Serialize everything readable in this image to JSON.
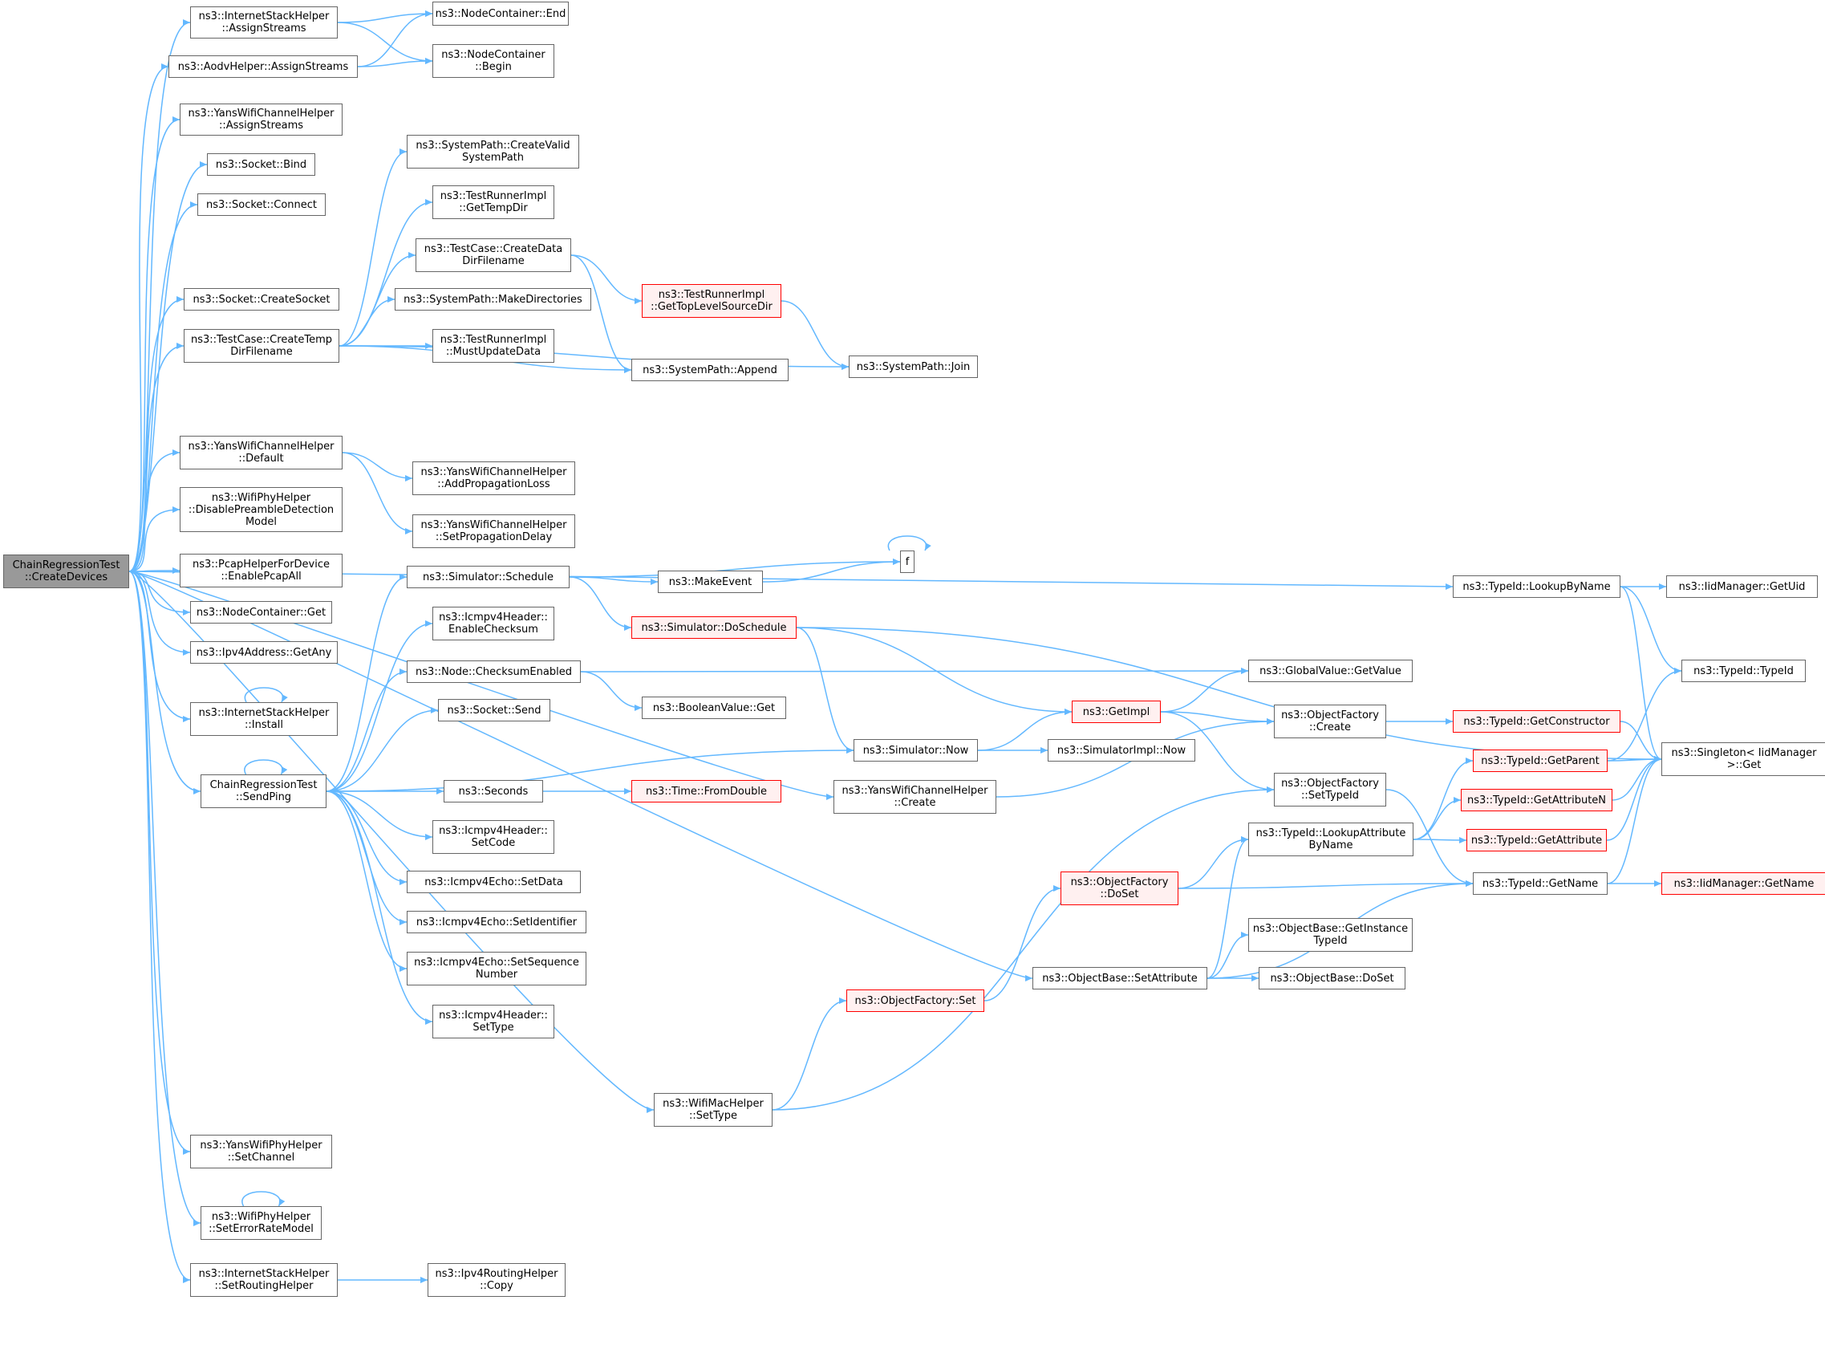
{
  "nodes": [
    {
      "id": "root",
      "lines": [
        "ChainRegressionTest",
        "::CreateDevices"
      ],
      "kind": "root"
    },
    {
      "id": "ish_assign",
      "lines": [
        "ns3::InternetStackHelper",
        "::AssignStreams"
      ]
    },
    {
      "id": "aodv_assign",
      "lines": [
        "ns3::AodvHelper::AssignStreams"
      ]
    },
    {
      "id": "nc_end",
      "lines": [
        "ns3::NodeContainer::End"
      ]
    },
    {
      "id": "nc_begin",
      "lines": [
        "ns3::NodeContainer",
        "::Begin"
      ]
    },
    {
      "id": "ywch_assign",
      "lines": [
        "ns3::YansWifiChannelHelper",
        "::AssignStreams"
      ]
    },
    {
      "id": "sock_bind",
      "lines": [
        "ns3::Socket::Bind"
      ]
    },
    {
      "id": "sock_connect",
      "lines": [
        "ns3::Socket::Connect"
      ]
    },
    {
      "id": "sock_create",
      "lines": [
        "ns3::Socket::CreateSocket"
      ]
    },
    {
      "id": "tc_temp",
      "lines": [
        "ns3::TestCase::CreateTemp",
        "DirFilename"
      ]
    },
    {
      "id": "sp_createvalid",
      "lines": [
        "ns3::SystemPath::CreateValid",
        "SystemPath"
      ]
    },
    {
      "id": "tri_gettemp",
      "lines": [
        "ns3::TestRunnerImpl",
        "::GetTempDir"
      ]
    },
    {
      "id": "tc_data",
      "lines": [
        "ns3::TestCase::CreateData",
        "DirFilename"
      ]
    },
    {
      "id": "sp_makedirs",
      "lines": [
        "ns3::SystemPath::MakeDirectories"
      ]
    },
    {
      "id": "tri_mustupdate",
      "lines": [
        "ns3::TestRunnerImpl",
        "::MustUpdateData"
      ]
    },
    {
      "id": "tri_gettop",
      "lines": [
        "ns3::TestRunnerImpl",
        "::GetTopLevelSourceDir"
      ],
      "kind": "trunc"
    },
    {
      "id": "sp_append",
      "lines": [
        "ns3::SystemPath::Append"
      ]
    },
    {
      "id": "sp_join",
      "lines": [
        "ns3::SystemPath::Join"
      ]
    },
    {
      "id": "ywch_default",
      "lines": [
        "ns3::YansWifiChannelHelper",
        "::Default"
      ]
    },
    {
      "id": "ywch_addprop",
      "lines": [
        "ns3::YansWifiChannelHelper",
        "::AddPropagationLoss"
      ]
    },
    {
      "id": "ywch_setprop",
      "lines": [
        "ns3::YansWifiChannelHelper",
        "::SetPropagationDelay"
      ]
    },
    {
      "id": "wph_disable",
      "lines": [
        "ns3::WifiPhyHelper",
        "::DisablePreambleDetection",
        "Model"
      ]
    },
    {
      "id": "pcap_enable",
      "lines": [
        "ns3::PcapHelperForDevice",
        "::EnablePcapAll"
      ]
    },
    {
      "id": "nc_get",
      "lines": [
        "ns3::NodeContainer::Get"
      ]
    },
    {
      "id": "ipv4_getany",
      "lines": [
        "ns3::Ipv4Address::GetAny"
      ]
    },
    {
      "id": "ish_install",
      "lines": [
        "ns3::InternetStackHelper",
        "::Install"
      ]
    },
    {
      "id": "crt_sendping",
      "lines": [
        "ChainRegressionTest",
        "::SendPing"
      ]
    },
    {
      "id": "sim_schedule",
      "lines": [
        "ns3::Simulator::Schedule"
      ]
    },
    {
      "id": "icmp_enable",
      "lines": [
        "ns3::Icmpv4Header::",
        "EnableChecksum"
      ]
    },
    {
      "id": "node_checksum",
      "lines": [
        "ns3::Node::ChecksumEnabled"
      ]
    },
    {
      "id": "sock_send",
      "lines": [
        "ns3::Socket::Send"
      ]
    },
    {
      "id": "seconds",
      "lines": [
        "ns3::Seconds"
      ]
    },
    {
      "id": "icmp_setcode",
      "lines": [
        "ns3::Icmpv4Header::",
        "SetCode"
      ]
    },
    {
      "id": "echo_setdata",
      "lines": [
        "ns3::Icmpv4Echo::SetData"
      ]
    },
    {
      "id": "echo_setid",
      "lines": [
        "ns3::Icmpv4Echo::SetIdentifier"
      ]
    },
    {
      "id": "echo_setseq",
      "lines": [
        "ns3::Icmpv4Echo::SetSequence",
        "Number"
      ]
    },
    {
      "id": "icmp_settype",
      "lines": [
        "ns3::Icmpv4Header::",
        "SetType"
      ]
    },
    {
      "id": "f",
      "lines": [
        "f"
      ]
    },
    {
      "id": "makeevent",
      "lines": [
        "ns3::MakeEvent"
      ]
    },
    {
      "id": "sim_doschedule",
      "lines": [
        "ns3::Simulator::DoSchedule"
      ],
      "kind": "trunc"
    },
    {
      "id": "bool_get",
      "lines": [
        "ns3::BooleanValue::Get"
      ]
    },
    {
      "id": "time_fromdouble",
      "lines": [
        "ns3::Time::FromDouble"
      ],
      "kind": "trunc"
    },
    {
      "id": "sim_now",
      "lines": [
        "ns3::Simulator::Now"
      ]
    },
    {
      "id": "ywch_create",
      "lines": [
        "ns3::YansWifiChannelHelper",
        "::Create"
      ]
    },
    {
      "id": "getimpl",
      "lines": [
        "ns3::GetImpl"
      ],
      "kind": "trunc"
    },
    {
      "id": "gv_getvalue",
      "lines": [
        "ns3::GlobalValue::GetValue"
      ]
    },
    {
      "id": "of_create",
      "lines": [
        "ns3::ObjectFactory",
        "::Create"
      ]
    },
    {
      "id": "simimpl_now",
      "lines": [
        "ns3::SimulatorImpl::Now"
      ]
    },
    {
      "id": "of_settypeid",
      "lines": [
        "ns3::ObjectFactory",
        "::SetTypeId"
      ]
    },
    {
      "id": "tid_lookupname",
      "lines": [
        "ns3::TypeId::LookupByName"
      ]
    },
    {
      "id": "iid_getuid",
      "lines": [
        "ns3::IidManager::GetUid"
      ]
    },
    {
      "id": "tid_typeid",
      "lines": [
        "ns3::TypeId::TypeId"
      ]
    },
    {
      "id": "tid_getctor",
      "lines": [
        "ns3::TypeId::GetConstructor"
      ],
      "kind": "trunc"
    },
    {
      "id": "singleton_get",
      "lines": [
        "ns3::Singleton< IidManager",
        ">::Get"
      ]
    },
    {
      "id": "tid_getparent",
      "lines": [
        "ns3::TypeId::GetParent"
      ],
      "kind": "trunc"
    },
    {
      "id": "tid_getattrn",
      "lines": [
        "ns3::TypeId::GetAttributeN"
      ],
      "kind": "trunc"
    },
    {
      "id": "tid_lookupattr",
      "lines": [
        "ns3::TypeId::LookupAttribute",
        "ByName"
      ]
    },
    {
      "id": "tid_getattr",
      "lines": [
        "ns3::TypeId::GetAttribute"
      ],
      "kind": "trunc"
    },
    {
      "id": "of_doset",
      "lines": [
        "ns3::ObjectFactory",
        "::DoSet"
      ],
      "kind": "trunc"
    },
    {
      "id": "tid_getname",
      "lines": [
        "ns3::TypeId::GetName"
      ]
    },
    {
      "id": "iid_getname",
      "lines": [
        "ns3::IidManager::GetName"
      ],
      "kind": "trunc"
    },
    {
      "id": "ob_getinst",
      "lines": [
        "ns3::ObjectBase::GetInstance",
        "TypeId"
      ]
    },
    {
      "id": "ob_setattr",
      "lines": [
        "ns3::ObjectBase::SetAttribute"
      ]
    },
    {
      "id": "ob_doset",
      "lines": [
        "ns3::ObjectBase::DoSet"
      ]
    },
    {
      "id": "of_set",
      "lines": [
        "ns3::ObjectFactory::Set"
      ],
      "kind": "trunc"
    },
    {
      "id": "wmh_settype",
      "lines": [
        "ns3::WifiMacHelper",
        "::SetType"
      ]
    },
    {
      "id": "ywph_setchannel",
      "lines": [
        "ns3::YansWifiPhyHelper",
        "::SetChannel"
      ]
    },
    {
      "id": "wph_seterr",
      "lines": [
        "ns3::WifiPhyHelper",
        "::SetErrorRateModel"
      ]
    },
    {
      "id": "ish_setrouting",
      "lines": [
        "ns3::InternetStackHelper",
        "::SetRoutingHelper"
      ]
    },
    {
      "id": "ipv4rh_copy",
      "lines": [
        "ns3::Ipv4RoutingHelper",
        "::Copy"
      ]
    }
  ],
  "edges": [
    [
      "root",
      "ish_assign"
    ],
    [
      "root",
      "aodv_assign"
    ],
    [
      "root",
      "ywch_assign"
    ],
    [
      "root",
      "sock_bind"
    ],
    [
      "root",
      "sock_connect"
    ],
    [
      "root",
      "tid_lookupname"
    ],
    [
      "root",
      "sock_create"
    ],
    [
      "root",
      "tc_temp"
    ],
    [
      "root",
      "ywch_default"
    ],
    [
      "root",
      "wph_disable"
    ],
    [
      "root",
      "pcap_enable"
    ],
    [
      "root",
      "nc_get"
    ],
    [
      "root",
      "ipv4_getany"
    ],
    [
      "root",
      "ish_install"
    ],
    [
      "root",
      "crt_sendping"
    ],
    [
      "root",
      "ywch_create"
    ],
    [
      "root",
      "wmh_settype"
    ],
    [
      "root",
      "ywph_setchannel"
    ],
    [
      "root",
      "wph_seterr"
    ],
    [
      "root",
      "ish_setrouting"
    ],
    [
      "root",
      "ob_setattr"
    ],
    [
      "ish_assign",
      "nc_end"
    ],
    [
      "ish_assign",
      "nc_begin"
    ],
    [
      "aodv_assign",
      "nc_end"
    ],
    [
      "aodv_assign",
      "nc_begin"
    ],
    [
      "tc_temp",
      "sp_createvalid"
    ],
    [
      "tc_temp",
      "tri_gettemp"
    ],
    [
      "tc_temp",
      "tc_data"
    ],
    [
      "tc_temp",
      "sp_makedirs"
    ],
    [
      "tc_temp",
      "tri_mustupdate"
    ],
    [
      "tc_temp",
      "sp_append"
    ],
    [
      "tc_temp",
      "sp_join"
    ],
    [
      "tc_data",
      "tri_gettop"
    ],
    [
      "tc_data",
      "sp_append"
    ],
    [
      "tri_gettop",
      "sp_join"
    ],
    [
      "ywch_default",
      "ywch_addprop"
    ],
    [
      "ywch_default",
      "ywch_setprop"
    ],
    [
      "ish_install",
      "ish_install"
    ],
    [
      "crt_sendping",
      "crt_sendping"
    ],
    [
      "wph_seterr",
      "wph_seterr"
    ],
    [
      "f",
      "f"
    ],
    [
      "crt_sendping",
      "sim_schedule"
    ],
    [
      "crt_sendping",
      "icmp_enable"
    ],
    [
      "crt_sendping",
      "node_checksum"
    ],
    [
      "crt_sendping",
      "sock_send"
    ],
    [
      "crt_sendping",
      "sim_now"
    ],
    [
      "crt_sendping",
      "seconds"
    ],
    [
      "crt_sendping",
      "icmp_setcode"
    ],
    [
      "crt_sendping",
      "echo_setdata"
    ],
    [
      "crt_sendping",
      "echo_setid"
    ],
    [
      "crt_sendping",
      "echo_setseq"
    ],
    [
      "crt_sendping",
      "icmp_settype"
    ],
    [
      "sim_schedule",
      "f"
    ],
    [
      "sim_schedule",
      "makeevent"
    ],
    [
      "sim_schedule",
      "sim_doschedule"
    ],
    [
      "makeevent",
      "f"
    ],
    [
      "sim_doschedule",
      "getimpl"
    ],
    [
      "sim_doschedule",
      "sim_now"
    ],
    [
      "sim_doschedule",
      "singleton_get"
    ],
    [
      "node_checksum",
      "gv_getvalue"
    ],
    [
      "node_checksum",
      "bool_get"
    ],
    [
      "seconds",
      "time_fromdouble"
    ],
    [
      "sim_now",
      "getimpl"
    ],
    [
      "sim_now",
      "simimpl_now"
    ],
    [
      "getimpl",
      "gv_getvalue"
    ],
    [
      "getimpl",
      "of_create"
    ],
    [
      "getimpl",
      "of_settypeid"
    ],
    [
      "ywch_create",
      "of_create"
    ],
    [
      "of_create",
      "tid_getctor"
    ],
    [
      "of_settypeid",
      "tid_getname"
    ],
    [
      "tid_lookupname",
      "iid_getuid"
    ],
    [
      "tid_lookupname",
      "tid_typeid"
    ],
    [
      "tid_lookupname",
      "singleton_get"
    ],
    [
      "tid_getctor",
      "singleton_get"
    ],
    [
      "tid_getparent",
      "tid_typeid"
    ],
    [
      "tid_getparent",
      "singleton_get"
    ],
    [
      "tid_getattrn",
      "singleton_get"
    ],
    [
      "tid_getattr",
      "singleton_get"
    ],
    [
      "tid_lookupattr",
      "tid_getparent"
    ],
    [
      "tid_lookupattr",
      "tid_getattrn"
    ],
    [
      "tid_lookupattr",
      "tid_getattr"
    ],
    [
      "tid_getname",
      "iid_getname"
    ],
    [
      "tid_getname",
      "singleton_get"
    ],
    [
      "of_doset",
      "tid_lookupattr"
    ],
    [
      "of_doset",
      "tid_getname"
    ],
    [
      "ob_setattr",
      "tid_lookupattr"
    ],
    [
      "ob_setattr",
      "ob_getinst"
    ],
    [
      "ob_setattr",
      "ob_doset"
    ],
    [
      "ob_setattr",
      "tid_getname"
    ],
    [
      "of_set",
      "of_doset"
    ],
    [
      "wmh_settype",
      "of_settypeid"
    ],
    [
      "wmh_settype",
      "of_set"
    ],
    [
      "ish_setrouting",
      "ipv4rh_copy"
    ]
  ]
}
